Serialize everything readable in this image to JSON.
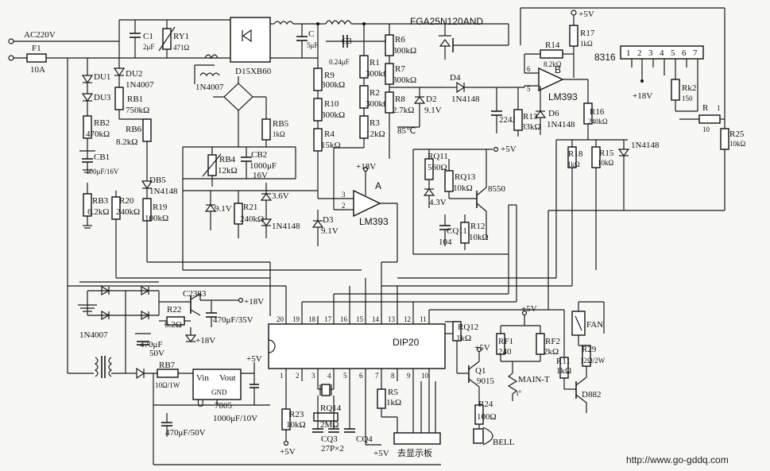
{
  "labels": {
    "ac": "AC220V",
    "f1": "F1",
    "f1_val": "10A",
    "c1": "C1",
    "c1_val": "2μF",
    "ry1": "RY1",
    "ry1_val": "471Ω",
    "bridge": "D15XB60",
    "c_main": "C",
    "c_main_val": "5μF",
    "c3": "C3",
    "c3_val": "0.24μF",
    "igbt": "FGA25N120AND",
    "vcc5_top": "+5V",
    "du1": "DU1",
    "du2": "DU2",
    "du2_val": "1N4007",
    "du3": "DU3",
    "rb1": "RB1",
    "rb1_val": "750kΩ",
    "rb2": "RB2",
    "rb2_val": "470kΩ",
    "rb6": "RB6",
    "rb6_val": "8.2kΩ",
    "cb1": "CB1",
    "cb1_val": "100μF/16V",
    "rb3": "RB3",
    "rb3_val": "6.2kΩ",
    "r20": "R20",
    "r20_val": "240kΩ",
    "db5": "DB5",
    "db5_val": "1N4148",
    "r19": "R19",
    "r19_val": "100kΩ",
    "bridge2": "1N4007",
    "rb5": "RB5",
    "rb5_val": "1kΩ",
    "rb4": "RB4",
    "rb4_val": "12kΩ",
    "cb2": "CB2",
    "cb2_val": "1000μF",
    "cb2_v": "16V",
    "z91a": "9.1V",
    "r21": "R21",
    "r21_val": "240kΩ",
    "z36": "3.6V",
    "d4148a": "1N4148",
    "r9": "R9",
    "r9_val": "300kΩ",
    "r10": "R10",
    "r10_val": "300kΩ",
    "r4": "R4",
    "r4_val": "15kΩ",
    "r1": "R1",
    "r1_val": "300kΩ",
    "r2": "R2",
    "r2_val": "300kΩ",
    "r3": "R3",
    "r3_val": "12kΩ",
    "v18a": "+18V",
    "opa": "A",
    "lm393a": "LM393",
    "d3": "D3",
    "d3_val": "9.1V",
    "r6": "R6",
    "r6_val": "300kΩ",
    "r7": "R7",
    "r7_val": "300kΩ",
    "r8": "R8",
    "r8_val": "2.7kΩ",
    "d2": "D2",
    "d2_val": "9.1V",
    "temp": "85℃",
    "d4": "D4",
    "d4_val": "1N4148",
    "rq11": "RQ11",
    "rq11_val": "560Ω",
    "rq13": "RQ13",
    "rq13_val": "10kΩ",
    "t8550": "8550",
    "z43": "4.3V",
    "cq11": "CQ11",
    "cq11_val": "104",
    "r12": "R12",
    "r12_val": "10kΩ",
    "v5b": "+5V",
    "c224": "224J",
    "r13": "R13",
    "r13_val": "33kΩ",
    "d6": "D6",
    "d6_val": "1N4148",
    "r14": "R14",
    "r14_val": "8.2kΩ",
    "r17": "R17",
    "r17_val": "1kΩ",
    "opb": "B",
    "lm393b": "LM393",
    "r16": "R16",
    "r16_val": "240kΩ",
    "r18": "R18",
    "r18_val": "1kΩ",
    "r15": "R15",
    "r15_val": "10kΩ",
    "d4148b": "1N4148",
    "conn": "8316",
    "v18b": "+18V",
    "rk2": "Rk2",
    "rk2_val": "150",
    "r_": "R",
    "r_val": "10",
    "r25": "R25",
    "r25_val": "10kΩ",
    "d4007b": "1N4007",
    "c2383": "C2383",
    "r22": "R22",
    "r22_val": "6.2Ω",
    "v18c": "+18V",
    "v18d": "+18V",
    "c470a": "470μF/35V",
    "c470b": "470μF",
    "c470b_v": "50V",
    "rb7": "RB7",
    "rb7_val": "10Ω/1W",
    "vin": "Vin",
    "vout": "Vout",
    "gnd": "GND",
    "u": "U",
    "u_val": "7805",
    "v5c": "+5V",
    "c1000": "1000μF/10V",
    "c470c": "470μF/50V",
    "dip": "DIP20",
    "r23": "R23",
    "r23_val": "10kΩ",
    "v5d": "+5V",
    "rq14": "RQ14",
    "rq14_val": "2MΩ",
    "cq3": "CQ3",
    "cq3_val": "27P×2",
    "cq4": "CQ4",
    "v5e": "+5V",
    "disp": "去显示板",
    "r5": "R5",
    "r5_val": "1kΩ",
    "rq12": "RQ12",
    "rq12_val": "1kΩ",
    "v5f": "+5V",
    "q1": "Q1",
    "q1_val": "9015",
    "r24": "R24",
    "r24_val": "100Ω",
    "bell": "BELL",
    "v5g": "+5V",
    "rf1": "RF1",
    "rf1_val": "240",
    "rf2": "RF2",
    "rf2_val": "2kΩ",
    "maint": "MAIN-T",
    "t_deg": "t°",
    "r11": "R11",
    "r11_val": "1kΩ",
    "fan": "FAN",
    "r29": "R29",
    "r29_val": "12Ω/2W",
    "d882": "D882",
    "url": "http://www.go-gddq.com"
  },
  "pins": {
    "top": [
      "20",
      "19",
      "18",
      "17",
      "16",
      "15",
      "14",
      "13",
      "12",
      "11"
    ],
    "bottom": [
      "1",
      "2",
      "3",
      "4",
      "5",
      "6",
      "7",
      "8",
      "9",
      "10"
    ],
    "conn": [
      "1",
      "2",
      "3",
      "4",
      "5",
      "6",
      "7"
    ]
  }
}
